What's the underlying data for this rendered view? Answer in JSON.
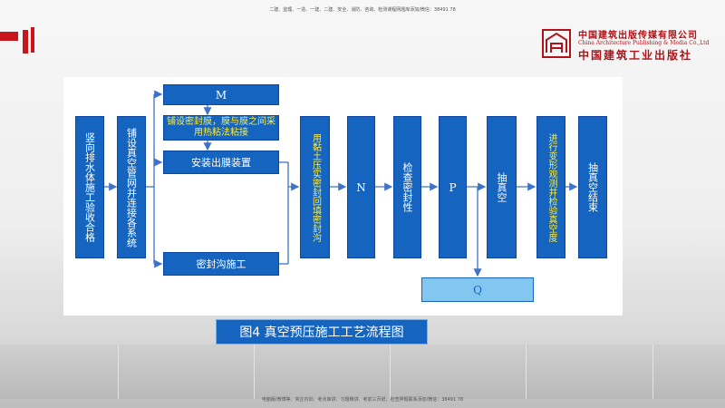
{
  "header": {
    "top_note": "二建、监理、一造、一建、二建、安全、消防、咨询、检测课程网题库添加/微信：38491 78",
    "bottom_note": "电脑版/微博等、夹企内训、考点串讲、习题精讲、考前三页纸、检查押题联系添加/微信：38491 78"
  },
  "publisher": {
    "name_cn": "中国建筑出版传媒有限公司",
    "name_en": "China Architecture Publishing & Media Co.,Ltd",
    "name_callig": "中国建筑工业出版社"
  },
  "flow": {
    "step1": "竖向排水体施工验收合格",
    "step2": "铺设真空管网并连接各系统",
    "m": "M",
    "membrane": "铺设密封膜，膜与膜之间采用热粘法粘接",
    "install": "安装出膜装置",
    "trench": "密封沟施工",
    "backfill": "用黏土压实密封回填密封沟",
    "n": "N",
    "check": "检查密封性",
    "p": "P",
    "vacuum": "抽真空",
    "q": "Q",
    "monitor": "进行变形观测并检验真空度",
    "end": "抽真空结束"
  },
  "caption": "图4 真空预压施工工艺流程图",
  "colors": {
    "box_blue": "#1565c0",
    "q_fill": "#81c7ef",
    "arrow": "#3f73c8",
    "brand_red": "#c8161d"
  }
}
